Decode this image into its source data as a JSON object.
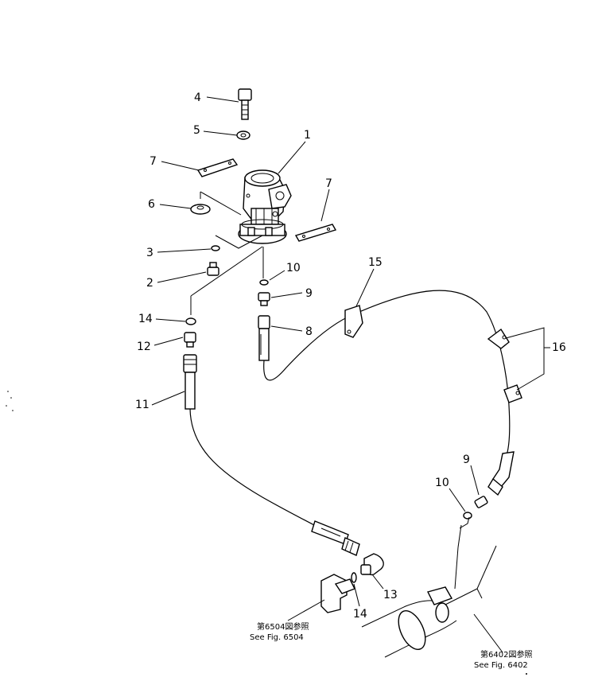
{
  "callouts": {
    "c1": "1",
    "c2": "2",
    "c3": "3",
    "c4": "4",
    "c5": "5",
    "c6": "6",
    "c7a": "7",
    "c7b": "7",
    "c8": "8",
    "c9a": "9",
    "c9b": "9",
    "c10a": "10",
    "c10b": "10",
    "c11": "11",
    "c12": "12",
    "c13": "13",
    "c14a": "14",
    "c14b": "14",
    "c15": "15",
    "c16": "16"
  },
  "references": {
    "fig6504_jp": "第6504図参照",
    "fig6504_en": "See Fig. 6504",
    "fig6402_jp": "第6402図参照",
    "fig6402_en": "See Fig. 6402"
  }
}
